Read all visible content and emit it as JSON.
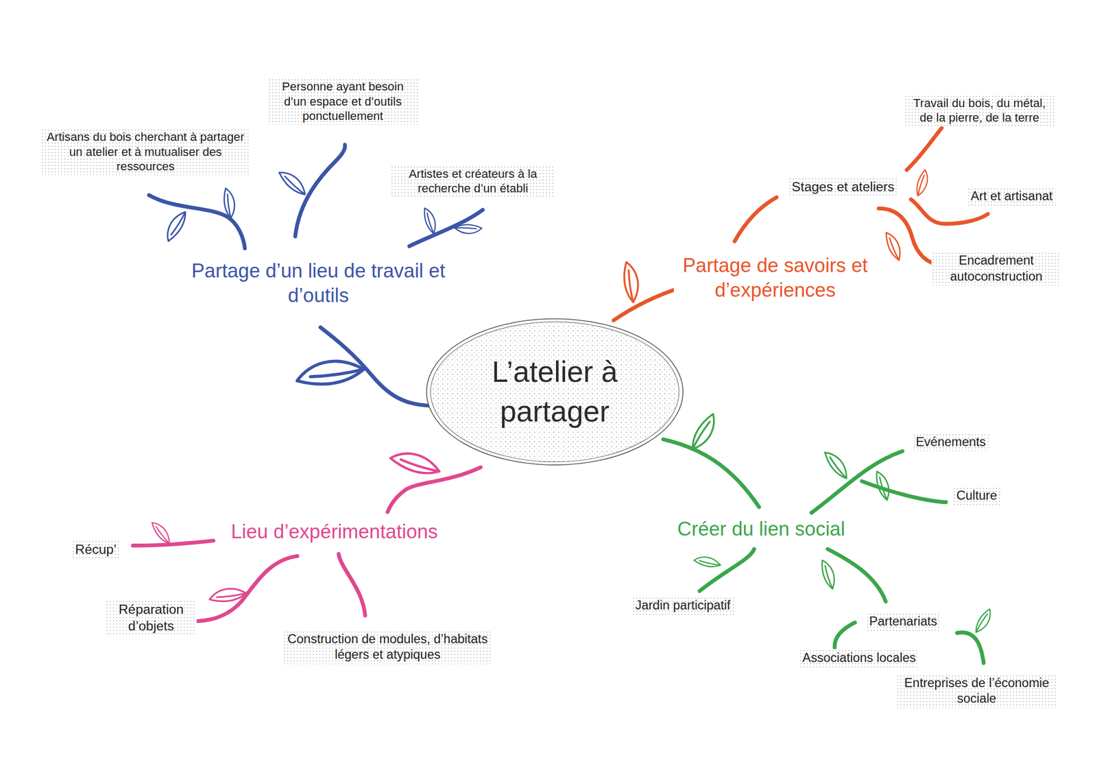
{
  "diagram": {
    "nodes": [
      {
        "text": [
          "L’atelier à partager"
        ]
      }
    ],
    "labels": [
      "Partage d’un lieu de travail et d’outils",
      "Artisans du bois cherchant à partager un atelier et à mutualiser des ressources",
      "Personne ayant besoin d’un espace et d’outils ponctuellement",
      "Artistes et créateurs à la recherche d’un établi",
      "Partage de savoirs et d’expériences",
      "Stages et ateliers",
      "Travail du bois, du métal, de la pierre, de la terre",
      "Art et artisanat",
      "Encadrement autoconstruction",
      "Lieu d’expérimentations",
      "Récup’",
      "Réparation d’objets",
      "Construction de modules, d’habitats légers et atypiques",
      "Créer du lien social",
      "Evénements",
      "Culture",
      "Jardin participatif",
      "Partenariats",
      "Associations locales",
      "Entreprises de l’économie sociale"
    ]
  }
}
